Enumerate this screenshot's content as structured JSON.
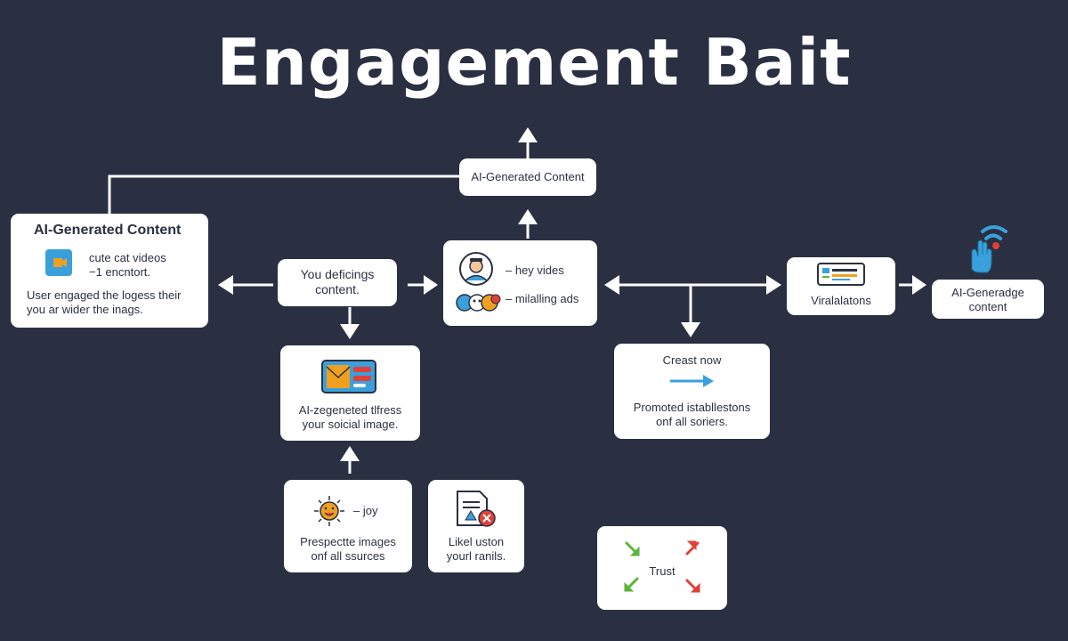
{
  "title": "Engagement Bait",
  "nodes": {
    "top_center": {
      "label": "AI-Generated Content"
    },
    "left": {
      "heading": "AI-Generated Content",
      "line1": "cute cat videos",
      "line2": "−1 encntort.",
      "line3": "User engaged the logess their",
      "line4": "you ar wider the inags."
    },
    "you_defic": {
      "line1": "You deficings",
      "line2": "content."
    },
    "center_feed": {
      "line1": "– hey vides",
      "line2": "– milalling ads"
    },
    "social_image": {
      "line1": "AI-zegeneted tlfress",
      "line2": "your soicial image."
    },
    "viral": {
      "label": "Viralalatons"
    },
    "right_content": {
      "line1": "AI-Generadge",
      "line2": "content"
    },
    "creast": {
      "line1": "Creast now",
      "line2": "Promoted istabllestons",
      "line3": "onf all soriers."
    },
    "joy": {
      "tag": "– joy",
      "line1": "Prespectte images",
      "line2": "onf all ssurces"
    },
    "likel": {
      "line1": "Likel uston",
      "line2": "yourl ranils."
    },
    "trust": {
      "label": "Trust"
    }
  },
  "colors": {
    "background": "#2a3042",
    "card": "#ffffff",
    "text": "#2b3141",
    "accent_blue": "#3aa0dc",
    "accent_orange": "#f0a020",
    "accent_red": "#e0403a",
    "accent_green": "#5ab53a"
  },
  "icons": [
    "video-icon",
    "avatar-icon",
    "emoji-cluster-icon",
    "image-card-icon",
    "screen-card-icon",
    "hand-wifi-icon",
    "right-arrow-icon",
    "joy-face-icon",
    "document-warning-icon",
    "trust-arrows-icon"
  ]
}
